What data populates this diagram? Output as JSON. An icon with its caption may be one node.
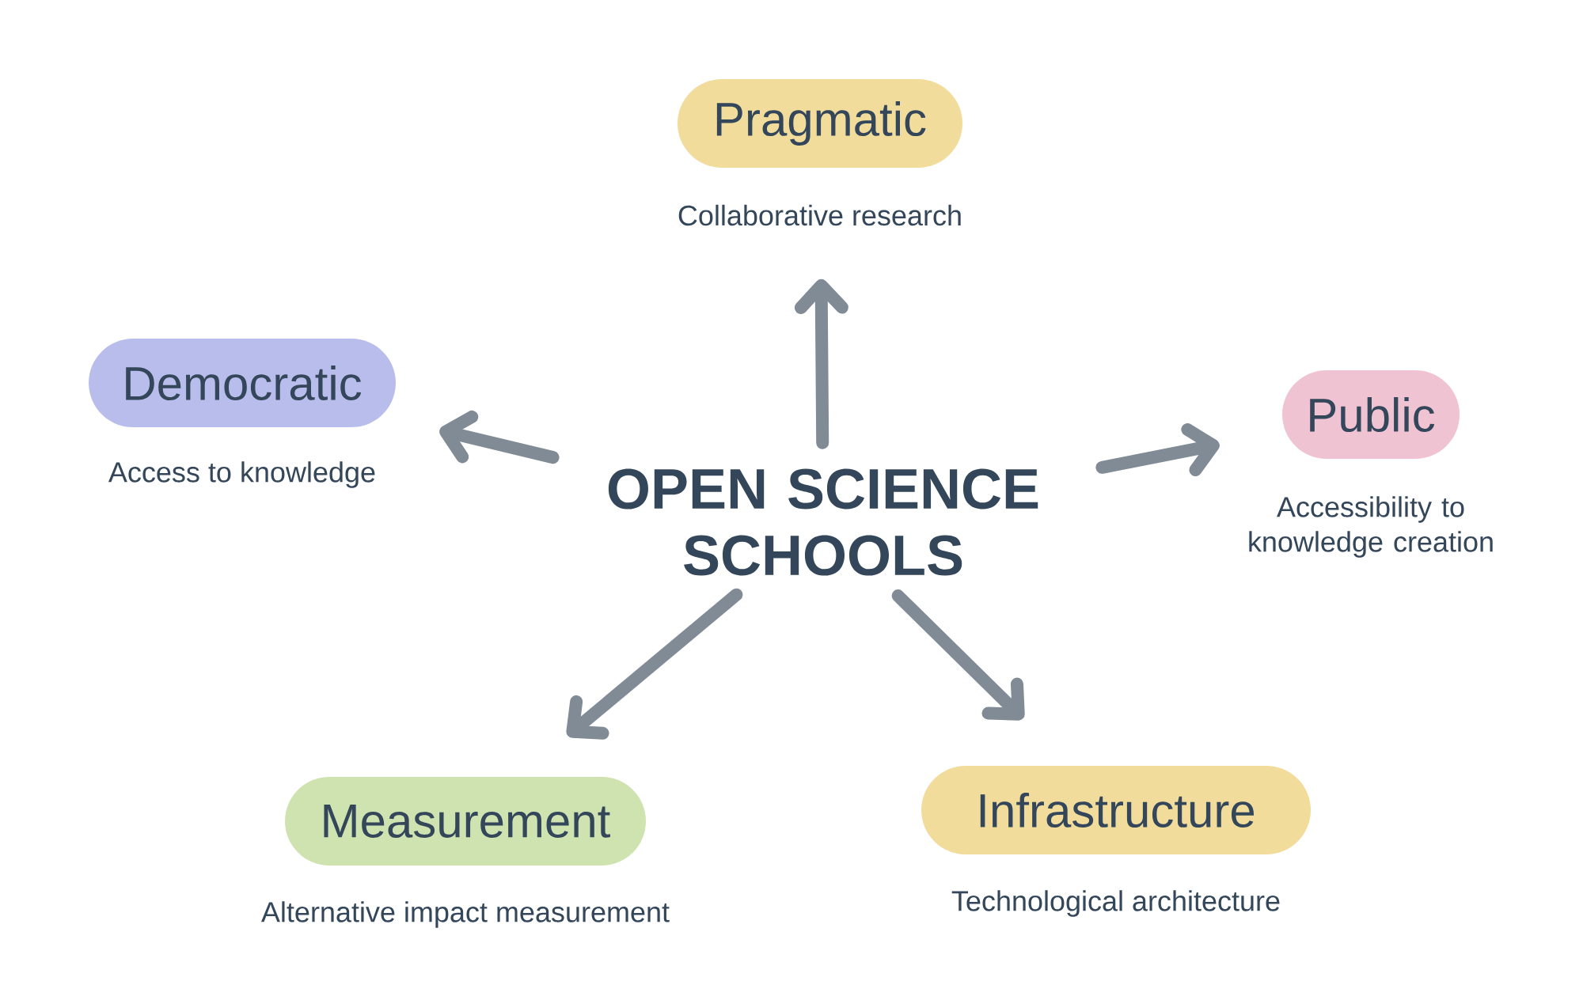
{
  "diagram": {
    "nodes": [
      {
        "text": [
          "OPEN SCIENCE SCHOOLS"
        ]
      },
      {
        "text": [
          "Pragmatic"
        ],
        "beside": [
          "Collaborative research"
        ]
      },
      {
        "text": [
          "Democratic"
        ],
        "beside": [
          "Access to knowledge"
        ]
      },
      {
        "text": [
          "Public"
        ],
        "beside": [
          "Accessibility to knowledge creation"
        ]
      },
      {
        "text": [
          "Measurement"
        ],
        "beside": [
          "Alternative impact measurement"
        ]
      },
      {
        "text": [
          "Infrastructure"
        ],
        "beside": [
          "Technological architecture"
        ]
      }
    ],
    "edges": [
      {
        "from": 0,
        "to": 1,
        "arrow": "to"
      },
      {
        "from": 0,
        "to": 2,
        "arrow": "to"
      },
      {
        "from": 0,
        "to": 3,
        "arrow": "to"
      },
      {
        "from": 0,
        "to": 4,
        "arrow": "to"
      },
      {
        "from": 0,
        "to": 5,
        "arrow": "to"
      }
    ]
  }
}
